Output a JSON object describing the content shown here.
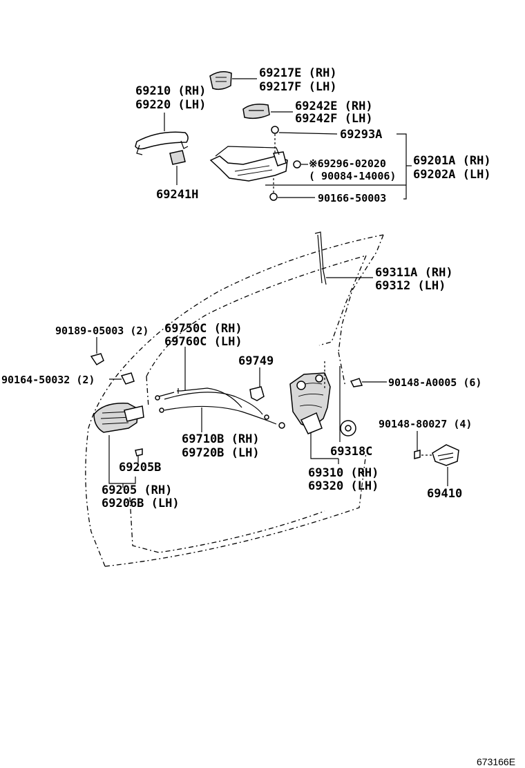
{
  "labels": {
    "p69217E": "69217E (RH)",
    "p69217F": "69217F (LH)",
    "p69210": "69210 (RH)",
    "p69220": "69220 (LH)",
    "p69242E": "69242E (RH)",
    "p69242F": "69242F (LH)",
    "p69293A": "69293A",
    "p69296": "※69296-02020",
    "p90084": "( 90084-14006)",
    "p69201A": "69201A (RH)",
    "p69202A": "69202A (LH)",
    "p69241H": "69241H",
    "p90166": "90166-50003",
    "p69311A": "69311A (RH)",
    "p69312": "69312 (LH)",
    "p90189": "90189-05003 (2)",
    "p69750C": "69750C (RH)",
    "p69760C": "69760C (LH)",
    "p69749": "69749",
    "p90164": "90164-50032 (2)",
    "p90148A": "90148-A0005 (6)",
    "p90148B": "90148-80027 (4)",
    "p69710B": "69710B (RH)",
    "p69720B": "69720B (LH)",
    "p69318C": "69318C",
    "p69205B": "69205B",
    "p69310": "69310 (RH)",
    "p69320": "69320 (LH)",
    "p69410": "69410",
    "p69205": "69205 (RH)",
    "p69206B": "69206B (LH)"
  },
  "diagram_code": "673166E"
}
